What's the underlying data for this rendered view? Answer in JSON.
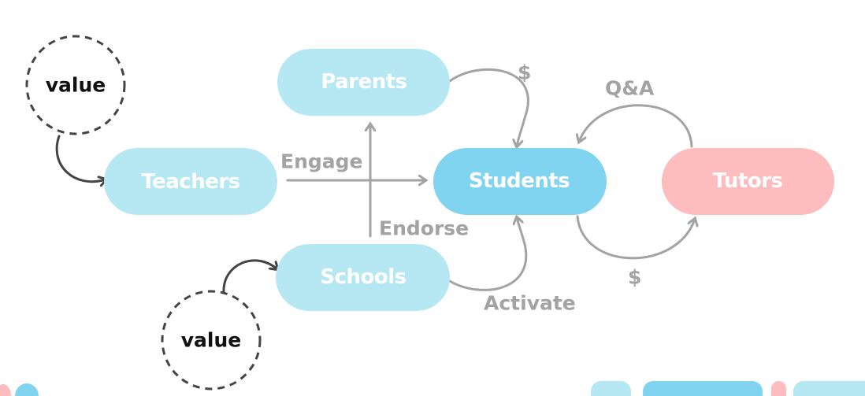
{
  "nodes": {
    "parents": "Parents",
    "teachers": "Teachers",
    "students": "Students",
    "tutors": "Tutors",
    "schools": "Schools"
  },
  "values": {
    "top": "value",
    "bottom": "value"
  },
  "edges": {
    "parents_students": "$",
    "engage": "Engage",
    "endorse": "Endorse",
    "activate": "Activate",
    "qa": "Q&A",
    "students_tutors": "$"
  },
  "colors": {
    "light_node": "#b6e8f3",
    "students": "#80d4f0",
    "tutors": "#fdbcbd",
    "edge": "#a3a3a3",
    "value_stroke": "#444444"
  }
}
